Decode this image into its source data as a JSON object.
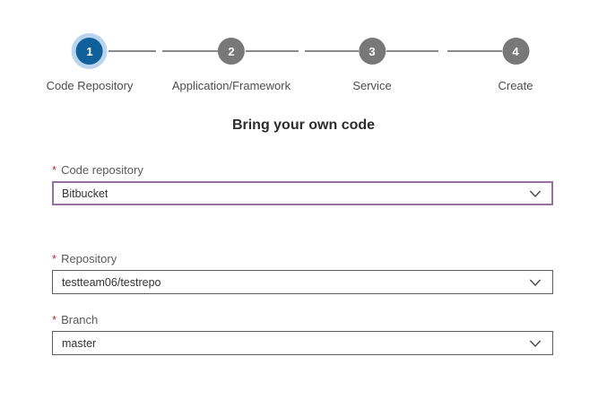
{
  "stepper": {
    "steps": [
      {
        "number": "1",
        "label": "Code Repository",
        "state": "active"
      },
      {
        "number": "2",
        "label": "Application/Framework",
        "state": "inactive"
      },
      {
        "number": "3",
        "label": "Service",
        "state": "inactive"
      },
      {
        "number": "4",
        "label": "Create",
        "state": "inactive"
      }
    ]
  },
  "heading": {
    "title": "Bring your own code"
  },
  "form": {
    "required_marker": "*",
    "fields": [
      {
        "label": "Code repository",
        "value": "Bitbucket",
        "required": true,
        "focused": true
      },
      {
        "label": "Repository",
        "value": "testteam06/testrepo",
        "required": true,
        "focused": false
      },
      {
        "label": "Branch",
        "value": "master",
        "required": true,
        "focused": false
      }
    ]
  },
  "icons": {
    "dropdown": "chevron-down-icon"
  },
  "colors": {
    "active_step_fill": "#10609c",
    "active_step_halo": "#b9d4ec",
    "inactive_step_fill": "#787878",
    "connector_line": "#8a8a8a",
    "focused_border": "#96719f",
    "default_border": "#5e5e5e",
    "required_asterisk": "#c02b35",
    "background": "#ffffff"
  }
}
